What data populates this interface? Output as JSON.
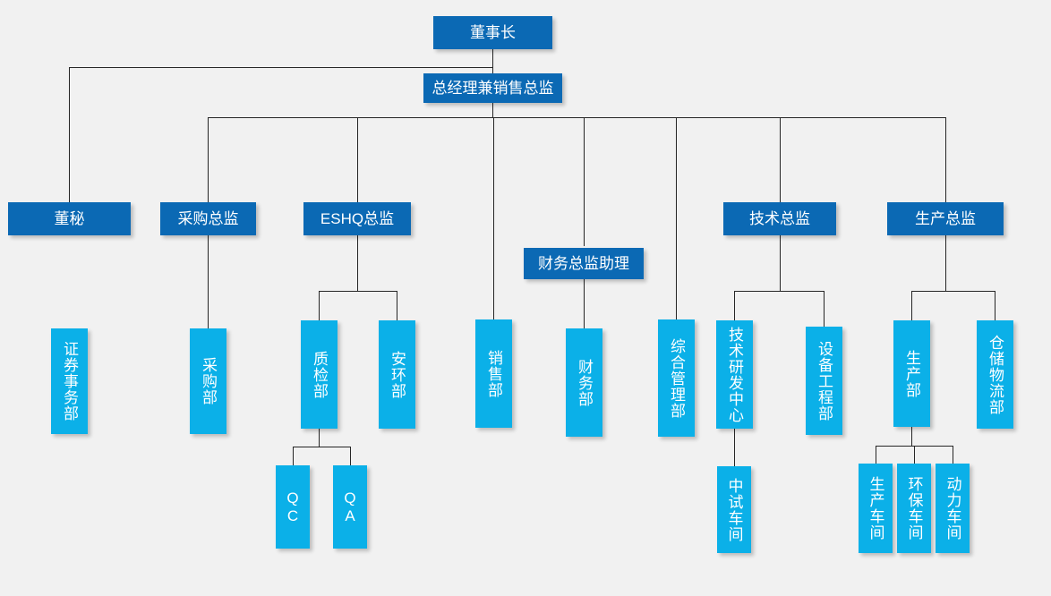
{
  "chart_data": {
    "type": "diagram",
    "diagram_type": "organizational-chart",
    "title": "",
    "background_color": "#f1f1f1",
    "colors": {
      "executive_box": "#0b69b4",
      "department_box": "#0bb0e8",
      "connector_line": "#262626",
      "text": "#ffffff"
    },
    "levels": [
      {
        "level": 1,
        "nodes": [
          "chairman"
        ]
      },
      {
        "level": 2,
        "nodes": [
          "general_manager"
        ]
      },
      {
        "level": 3,
        "nodes": [
          "board_secretary",
          "purchasing_director",
          "eshq_director",
          "finance_assistant",
          "technical_director",
          "production_director"
        ]
      },
      {
        "level": 4,
        "nodes": [
          "securities_dept",
          "purchasing_dept",
          "quality_dept",
          "safety_env_dept",
          "sales_dept",
          "finance_dept",
          "admin_dept",
          "rd_center",
          "equipment_dept",
          "production_dept",
          "warehouse_dept"
        ]
      },
      {
        "level": 5,
        "nodes": [
          "qc",
          "qa",
          "pilot_workshop",
          "production_workshop",
          "env_workshop",
          "power_workshop"
        ]
      }
    ]
  },
  "nodes": {
    "chairman": {
      "label": "董事长"
    },
    "general_manager": {
      "label": "总经理兼销售总监"
    },
    "board_secretary": {
      "label": "董秘"
    },
    "purchasing_director": {
      "label": "采购总监"
    },
    "eshq_director": {
      "label": "ESHQ总监"
    },
    "finance_assistant": {
      "label": "财务总监助理"
    },
    "technical_director": {
      "label": "技术总监"
    },
    "production_director": {
      "label": "生产总监"
    },
    "securities_dept": {
      "label": "证券事务部"
    },
    "purchasing_dept": {
      "label": "采购部"
    },
    "quality_dept": {
      "label": "质检部"
    },
    "safety_env_dept": {
      "label": "安环部"
    },
    "sales_dept": {
      "label": "销售部"
    },
    "finance_dept": {
      "label": "财务部"
    },
    "admin_dept": {
      "label": "综合管理部"
    },
    "rd_center": {
      "label": "技术研发中心"
    },
    "equipment_dept": {
      "label": "设备工程部"
    },
    "production_dept": {
      "label": "生产部"
    },
    "warehouse_dept": {
      "label": "仓储物流部"
    },
    "qc": {
      "label": "QC"
    },
    "qa": {
      "label": "QA"
    },
    "pilot_workshop": {
      "label": "中试车间"
    },
    "production_workshop": {
      "label": "生产车间"
    },
    "env_workshop": {
      "label": "环保车间"
    },
    "power_workshop": {
      "label": "动力车间"
    }
  }
}
